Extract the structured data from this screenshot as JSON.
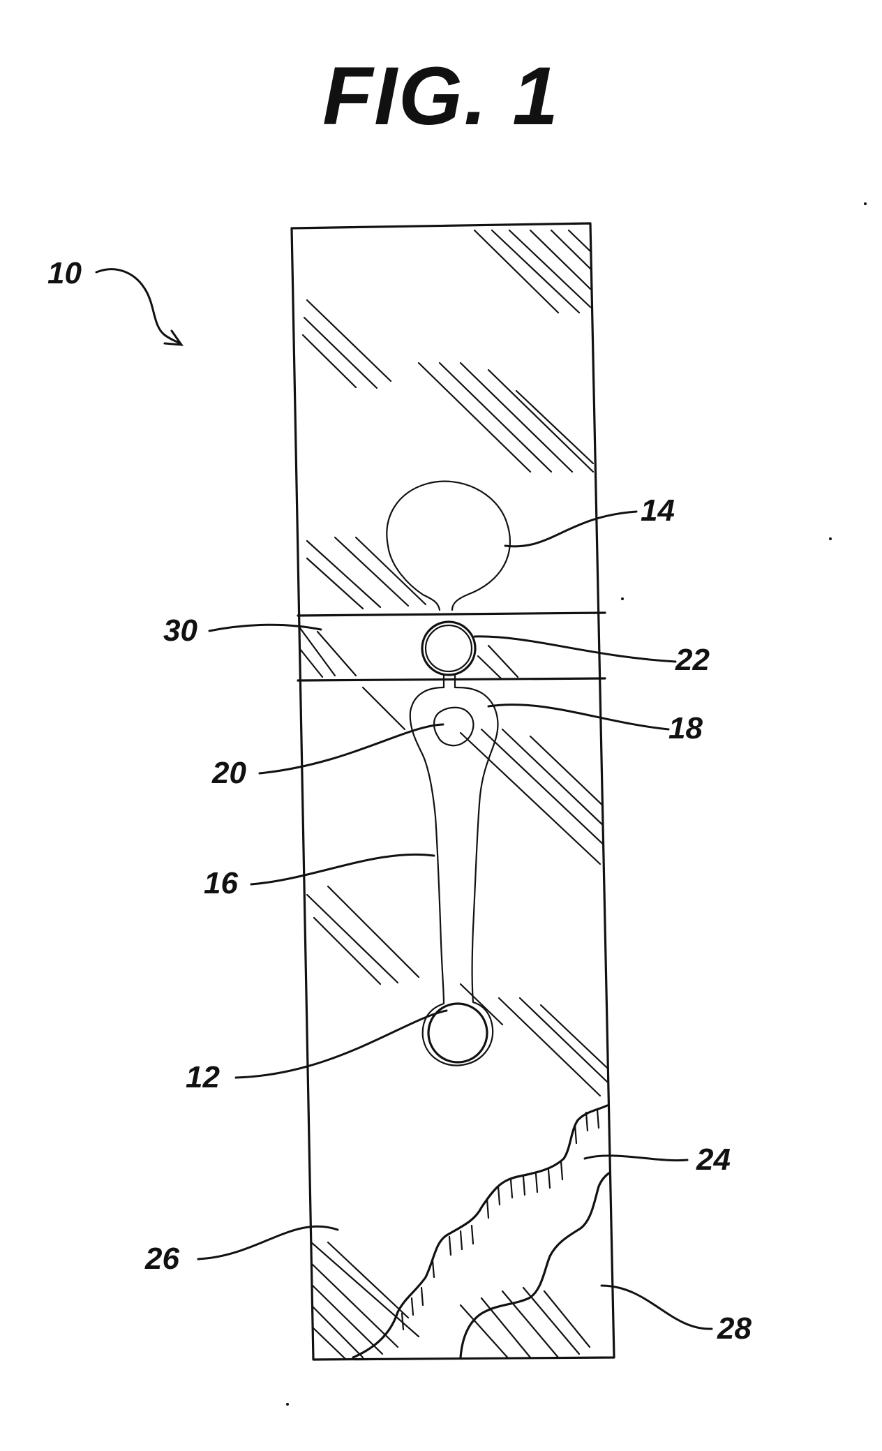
{
  "figure": {
    "title": "FIG. 1"
  },
  "reference_numerals": {
    "device": "10",
    "well_12": "12",
    "well_14": "14",
    "channel_16": "16",
    "region_18": "18",
    "object_20": "20",
    "valve_22": "22",
    "layer_24": "24",
    "layer_26": "26",
    "layer_28": "28",
    "band_30": "30"
  }
}
